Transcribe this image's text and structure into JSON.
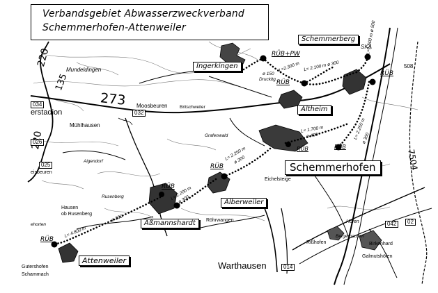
{
  "title": {
    "line1": "Verbandsgebiet Abwasserzweckverband",
    "line2": "Schemmerhofen-Attenweiler"
  },
  "municipalities": {
    "schemmerberg": "Schemmerberg",
    "ingerkingen": "Ingerkingen",
    "altheim": "Altheim",
    "schemmerhofen": "Schemmerhofen",
    "alberweiler": "Alberweiler",
    "assmannshardt": "Aßmannshardt",
    "attenweiler": "Attenweiler"
  },
  "facilities": {
    "ska": "SKA",
    "rub_pw": "RÜB+PW",
    "rub": "RÜB",
    "druckltg": "Druckltg."
  },
  "pipes": {
    "p_l300": "L=2.300 m",
    "p_d150": "ø 150",
    "p_l2100": "L= 2.100 m ø 300",
    "p_ska": "L=1.600 m ø 500",
    "p_l1700": "L= 1.700 m",
    "p_d400": "ø 400",
    "p_l2250a": "L= 2.250 m",
    "p_d300a": "ø 300",
    "p_l2250b": "L= 2.250 m",
    "p_d300b": "ø 300",
    "p_l2200": "L= 2.200 m",
    "p_d300c": "ø 300",
    "p_l4800": "L= 4.800 m",
    "p_d250": "ø 250"
  },
  "places": {
    "mundeldingen": "Mundeldingen",
    "moosbeuren": "Moosbeuren",
    "stadion": "erstadion",
    "muehlhausen": "Mühlhausen",
    "britschweiler": "Britschweiler",
    "grafenwald": "Grafenwald",
    "aigendorf": "Aigendorf",
    "rusenberg": "Rusenberg",
    "hausen": "Hausen",
    "hausen2": "ob Rusenberg",
    "ehorten": "ehorten",
    "eichelsteige": "Eichelsteige",
    "roehrwangen": "Röhrwangen",
    "warthausen": "Warthausen",
    "hoefen": "Höfen",
    "risshofen": "Rißhofen",
    "birkenhard": "Birkenhard",
    "galmutshoefen": "Galmutshöfen",
    "bergerhausen": "Bergerhausen",
    "gutershofen": "Gutershofen",
    "schammach": "Schammach",
    "eisbeuren": "eisbeuren",
    "n508": "508"
  },
  "roads": {
    "r273": "273",
    "r220a": "220",
    "r220b": "220",
    "r135": "135",
    "r7504": "7504",
    "r032": "032",
    "r034": "034",
    "r026": "026",
    "r025": "025",
    "r014": "014",
    "r042": "042",
    "r02": "02"
  },
  "colors": {
    "ink": "#000000",
    "paper": "#ffffff"
  }
}
